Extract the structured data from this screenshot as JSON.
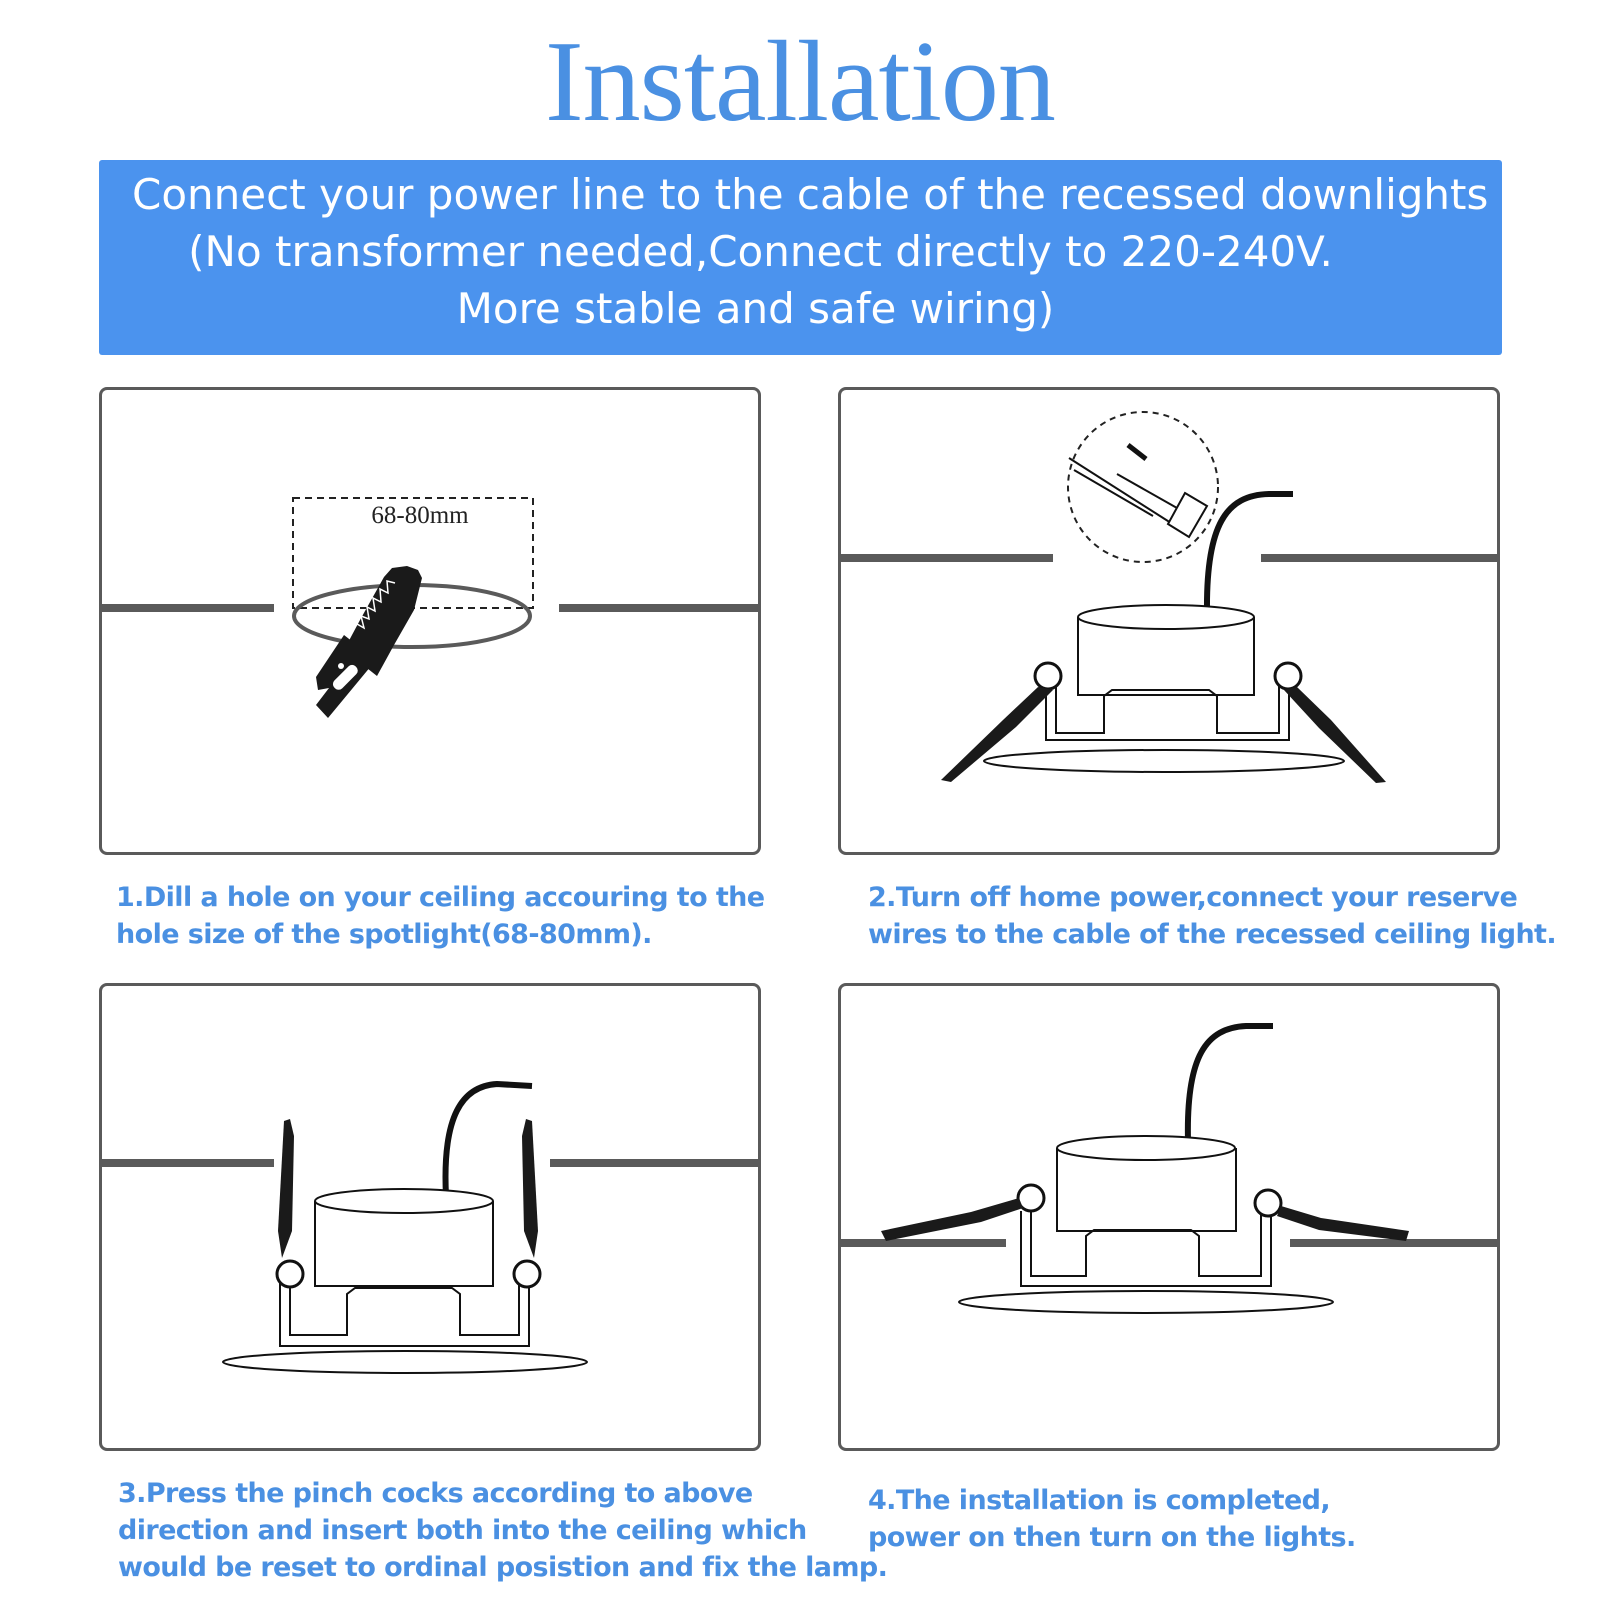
{
  "title": "Installation",
  "banner": {
    "line1": "Connect your power line to the cable of the recessed downlights",
    "line2": "(No transformer needed,Connect directly to 220-240V.",
    "line3": "More stable and safe wiring)"
  },
  "steps": [
    {
      "line1": "1.Dill a hole on your ceiling accouring to the",
      "line2": "hole size of the spotlight(68-80mm).",
      "dimension": "68-80mm"
    },
    {
      "line1": "2.Turn off home power,connect your reserve",
      "line2": "wires to the cable of the recessed ceiling light."
    },
    {
      "line1": "3.Press the pinch cocks according to above",
      "line2": "direction and insert both into the ceiling which",
      "line3": "would be reset to ordinal posistion and fix the lamp."
    },
    {
      "line1": "4.The installation is completed,",
      "line2": "power on then turn on the lights."
    }
  ],
  "colors": {
    "accent": "#4a90e2",
    "banner": "#4b93ee",
    "frame": "#5a5a5a"
  },
  "icons": [
    "saw-icon",
    "downlight-icon",
    "wire-connector-icon"
  ]
}
